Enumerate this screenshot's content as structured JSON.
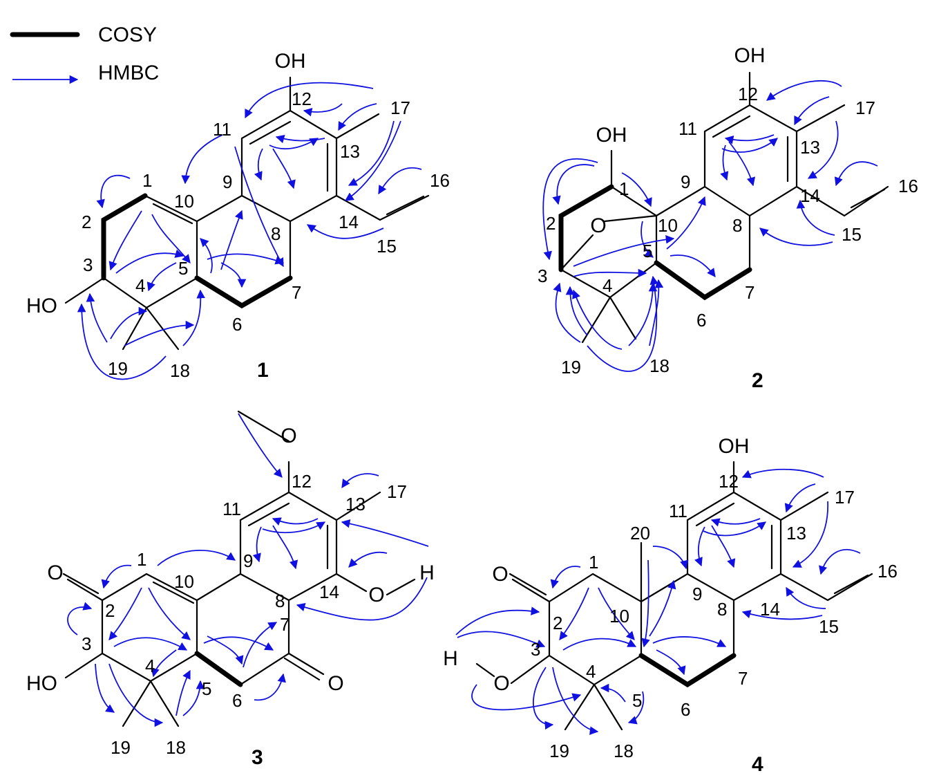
{
  "legend": {
    "cosy_label": "COSY",
    "hmbc_label": "HMBC",
    "cosy_color": "#000000",
    "hmbc_color": "#1010e0"
  },
  "compounds": [
    {
      "id": "1",
      "atoms": {
        "oh_top": "OH",
        "ho_left": "HO"
      },
      "numbers": {
        "n1": "1",
        "n2": "2",
        "n3": "3",
        "n4": "4",
        "n5": "5",
        "n6": "6",
        "n7": "7",
        "n8": "8",
        "n9": "9",
        "n10": "10",
        "n11": "11",
        "n12": "12",
        "n13": "13",
        "n14": "14",
        "n15": "15",
        "n16": "16",
        "n17": "17",
        "n18": "18",
        "n19": "19"
      }
    },
    {
      "id": "2",
      "atoms": {
        "oh_top": "OH",
        "oh_c1": "OH",
        "o_bridge": "O"
      },
      "numbers": {
        "n1": "1",
        "n2": "2",
        "n3": "3",
        "n4": "4",
        "n5": "5",
        "n6": "6",
        "n7": "7",
        "n8": "8",
        "n9": "9",
        "n10": "10",
        "n11": "11",
        "n12": "12",
        "n13": "13",
        "n14": "14",
        "n15": "15",
        "n16": "16",
        "n17": "17",
        "n18": "18",
        "n19": "19"
      }
    },
    {
      "id": "3",
      "atoms": {
        "o_methoxy": "O",
        "o_ketone2": "O",
        "o_ketone7": "O",
        "ho_left": "HO",
        "oh_o": "O",
        "oh_h": "H"
      },
      "numbers": {
        "n1": "1",
        "n2": "2",
        "n3": "3",
        "n4": "4",
        "n5": "5",
        "n6": "6",
        "n7": "7",
        "n8": "8",
        "n9": "9",
        "n10": "10",
        "n11": "11",
        "n12": "12",
        "n13": "13",
        "n14": "14",
        "n17": "17",
        "n18": "18",
        "n19": "19"
      }
    },
    {
      "id": "4",
      "atoms": {
        "oh_top": "OH",
        "o_ketone2": "O",
        "h_left": "H",
        "o_left": "O"
      },
      "numbers": {
        "n1": "1",
        "n2": "2",
        "n3": "3",
        "n4": "4",
        "n5": "5",
        "n6": "6",
        "n7": "7",
        "n8": "8",
        "n9": "9",
        "n10": "10",
        "n11": "11",
        "n12": "12",
        "n13": "13",
        "n14": "14",
        "n15": "15",
        "n16": "16",
        "n17": "17",
        "n18": "18",
        "n19": "19",
        "n20": "20"
      }
    }
  ]
}
